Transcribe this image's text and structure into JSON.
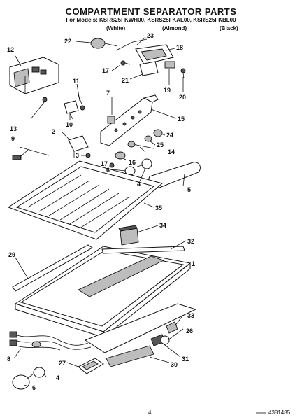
{
  "header": {
    "title": "COMPARTMENT SEPARATOR PARTS",
    "models": "For Models: KSRS25FKWH00, KSRS25FKAL00, KSRS25FKBL00",
    "variant_white": "(White)",
    "variant_almond": "(Almond)",
    "variant_black": "(Black)"
  },
  "callouts": {
    "p1": "1",
    "p2": "2",
    "p3": "3",
    "p4a": "4",
    "p4b": "4",
    "p5": "5",
    "p6a": "6",
    "p6b": "6",
    "p7": "7",
    "p8": "8",
    "p9": "9",
    "p10": "10",
    "p11": "11",
    "p12": "12",
    "p13": "13",
    "p14": "14",
    "p15": "15",
    "p16": "16",
    "p17a": "17",
    "p17b": "17",
    "p18": "18",
    "p19": "19",
    "p20": "20",
    "p21": "21",
    "p22": "22",
    "p23": "23",
    "p24": "24",
    "p25": "25",
    "p26": "26",
    "p27": "27",
    "p29": "29",
    "p30": "30",
    "p31": "31",
    "p32": "32",
    "p33": "33",
    "p34": "34",
    "p35": "35"
  },
  "footer": {
    "page_number": "4",
    "doc_number": "4381485"
  }
}
